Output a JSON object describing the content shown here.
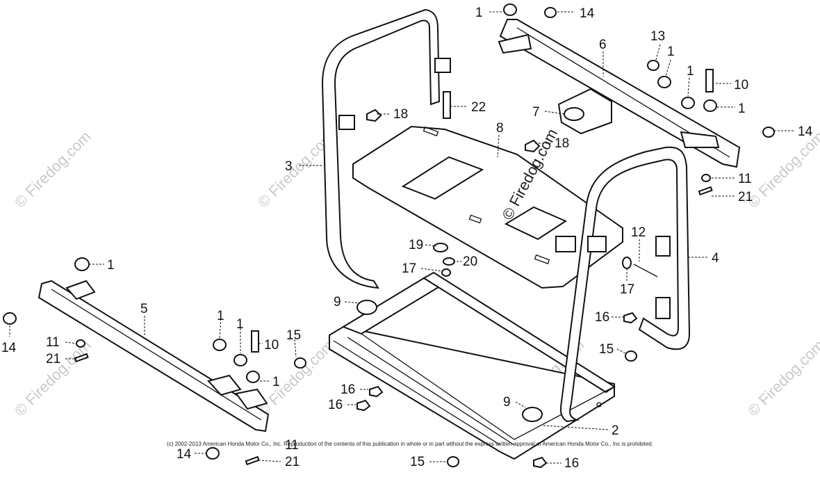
{
  "watermark": {
    "text": "© Firedog.com",
    "center_text": "© Firedog.com"
  },
  "copyright": "(c) 2002-2013 American Honda Motor Co., Inc. Reproduction of the contents of this publication in whole or in part without the express written approval of American Honda Motor Co., Inc is prohibited.",
  "callouts": [
    {
      "id": "c1a",
      "label": "1"
    },
    {
      "id": "c14a",
      "label": "14"
    },
    {
      "id": "c13",
      "label": "13"
    },
    {
      "id": "c1b",
      "label": "1"
    },
    {
      "id": "c6",
      "label": "6"
    },
    {
      "id": "c1c",
      "label": "1"
    },
    {
      "id": "c10a",
      "label": "10"
    },
    {
      "id": "c1d",
      "label": "1"
    },
    {
      "id": "c14b",
      "label": "14"
    },
    {
      "id": "c22",
      "label": "22"
    },
    {
      "id": "c18a",
      "label": "18"
    },
    {
      "id": "c7",
      "label": "7"
    },
    {
      "id": "c8",
      "label": "8"
    },
    {
      "id": "c18b",
      "label": "18"
    },
    {
      "id": "c3",
      "label": "3"
    },
    {
      "id": "c11a",
      "label": "11"
    },
    {
      "id": "c21a",
      "label": "21"
    },
    {
      "id": "c12",
      "label": "12"
    },
    {
      "id": "c4",
      "label": "4"
    },
    {
      "id": "c19",
      "label": "19"
    },
    {
      "id": "c20",
      "label": "20"
    },
    {
      "id": "c17a",
      "label": "17"
    },
    {
      "id": "c17b",
      "label": "17"
    },
    {
      "id": "c1e",
      "label": "1"
    },
    {
      "id": "c9a",
      "label": "9"
    },
    {
      "id": "c16a",
      "label": "16"
    },
    {
      "id": "c5",
      "label": "5"
    },
    {
      "id": "c14c",
      "label": "14"
    },
    {
      "id": "c11b",
      "label": "11"
    },
    {
      "id": "c21b",
      "label": "21"
    },
    {
      "id": "c1f",
      "label": "1"
    },
    {
      "id": "c1g",
      "label": "1"
    },
    {
      "id": "c10b",
      "label": "10"
    },
    {
      "id": "c15a",
      "label": "15"
    },
    {
      "id": "c1h",
      "label": "1"
    },
    {
      "id": "c15b",
      "label": "15"
    },
    {
      "id": "c16b",
      "label": "16"
    },
    {
      "id": "c16c",
      "label": "16"
    },
    {
      "id": "c9b",
      "label": "9"
    },
    {
      "id": "c2",
      "label": "2"
    },
    {
      "id": "c14d",
      "label": "14"
    },
    {
      "id": "c11c",
      "label": "11"
    },
    {
      "id": "c21c",
      "label": "21"
    },
    {
      "id": "c15c",
      "label": "15"
    },
    {
      "id": "c16d",
      "label": "16"
    }
  ]
}
